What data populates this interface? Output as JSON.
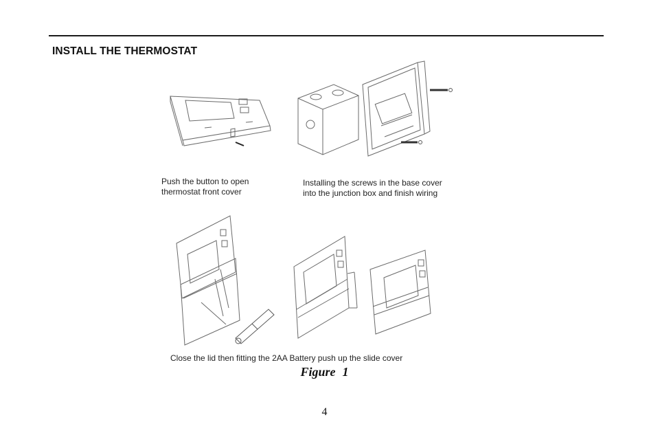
{
  "section": {
    "title": "INSTALL THE THERMOSTAT"
  },
  "captions": {
    "step1": [
      "Push the button to open",
      "thermostat front cover"
    ],
    "step2": [
      "Installing the screws in the base cover",
      "into the junction box and finish wiring"
    ],
    "step3": "Close the lid then fitting the 2AA Battery push up the slide cover"
  },
  "figure": {
    "label": "Figure",
    "number": "1"
  },
  "page": {
    "number": "4"
  }
}
